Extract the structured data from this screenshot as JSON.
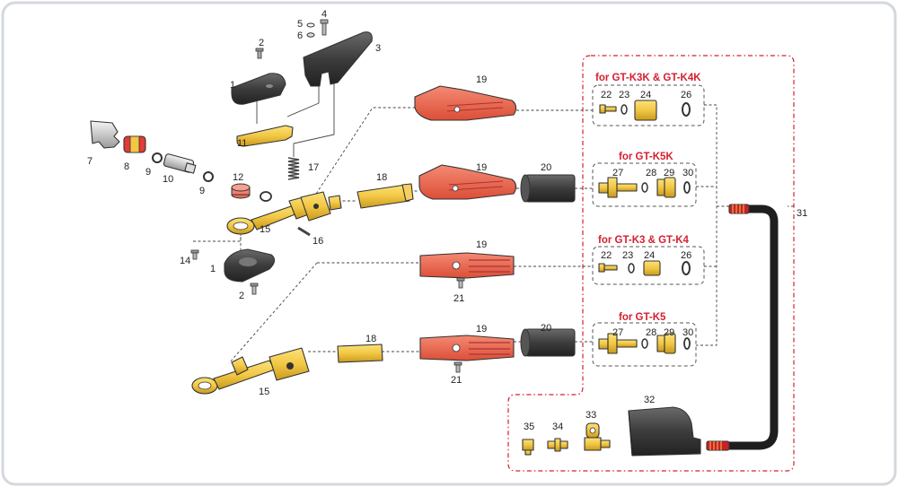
{
  "colors": {
    "frame": "#d4d8dc",
    "dark_part": "#3c3c3c",
    "brass": "#f2c744",
    "red_part": "#ec6a52",
    "red_cap": "#e23a3a",
    "boundary": "#d42030",
    "label_red": "#d42030"
  },
  "groups": {
    "k3k_k4k": "for GT-K3K & GT-K4K",
    "k5k": "for GT-K5K",
    "k3_k4": "for GT-K3 & GT-K4",
    "k5": "for GT-K5"
  },
  "labels": {
    "l1a": "1",
    "l1b": "1",
    "l2a": "2",
    "l2b": "2",
    "l3": "3",
    "l4": "4",
    "l5": "5",
    "l6": "6",
    "l7": "7",
    "l8": "8",
    "l9a": "9",
    "l9b": "9",
    "l10": "10",
    "l11": "11",
    "l12": "12",
    "l14": "14",
    "l15a": "15",
    "l15b": "15",
    "l16": "16",
    "l17": "17",
    "l18a": "18",
    "l18b": "18",
    "l19a": "19",
    "l19b": "19",
    "l19c": "19",
    "l19d": "19",
    "l20a": "20",
    "l20b": "20",
    "l21a": "21",
    "l21b": "21",
    "l22a": "22",
    "l22b": "22",
    "l23a": "23",
    "l23b": "23",
    "l24a": "24",
    "l24b": "24",
    "l26a": "26",
    "l26b": "26",
    "l27a": "27",
    "l27b": "27",
    "l28a": "28",
    "l28b": "28",
    "l29a": "29",
    "l29b": "29",
    "l30a": "30",
    "l30b": "30",
    "l31": "31",
    "l32": "32",
    "l33": "33",
    "l34": "34",
    "l35": "35"
  }
}
